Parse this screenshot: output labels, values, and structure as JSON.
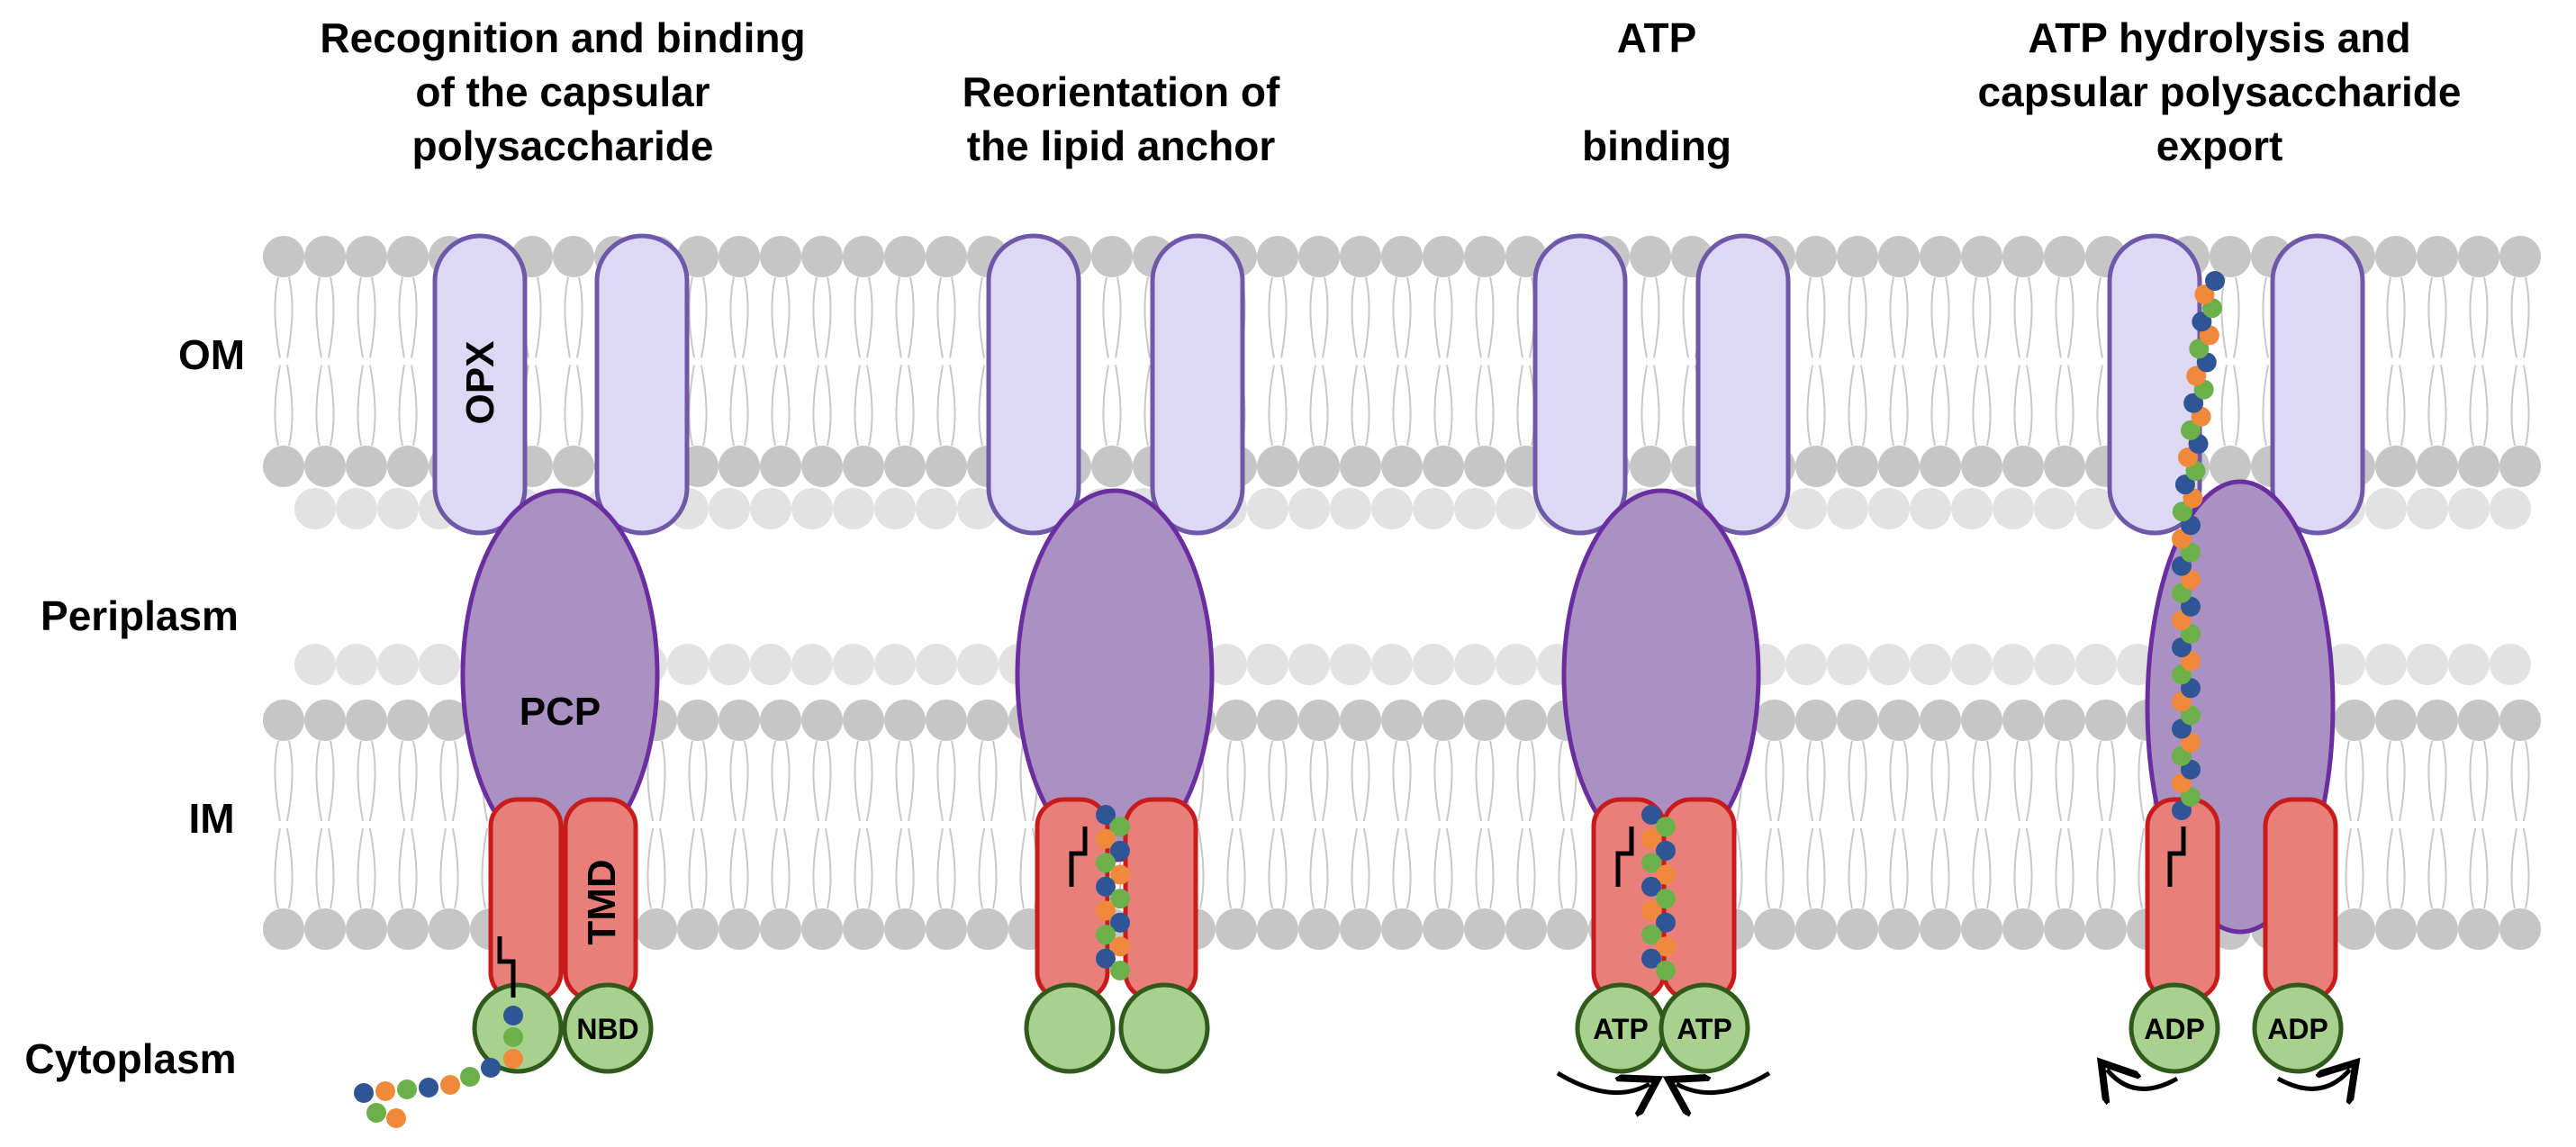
{
  "titles": {
    "step1": [
      "Recognition and binding",
      "of the capsular",
      "polysaccharide"
    ],
    "step2": [
      "Reorientation of",
      "the lipid anchor"
    ],
    "step3": [
      "ATP",
      "binding"
    ],
    "step4": [
      "ATP hydrolysis and",
      "capsular polysaccharide",
      "export"
    ]
  },
  "regions": {
    "om": "OM",
    "periplasm": "Periplasm",
    "im": "IM",
    "cytoplasm": "Cytoplasm"
  },
  "labels": {
    "opx": "OPX",
    "pcp": "PCP",
    "tmd": "TMD",
    "nbd": "NBD",
    "atp": "ATP",
    "adp": "ADP"
  },
  "colors": {
    "lipid_head": "#c6c6c6",
    "lipid_head_back": "#e2e2e2",
    "lipid_tail": "#c8c8c8",
    "opx_fill": "#ddd9f5",
    "opx_stroke": "#6f58a8",
    "pcp_fill": "#aa91c2",
    "pcp_stroke": "#6b2ea0",
    "tmd_fill": "#e97f7b",
    "tmd_stroke": "#c81c1c",
    "nbd_fill": "#a8d18e",
    "nbd_stroke": "#2f5a1c",
    "bead_orange": "#f08a3a",
    "bead_green": "#6cb04a",
    "bead_blue": "#2f5597"
  }
}
